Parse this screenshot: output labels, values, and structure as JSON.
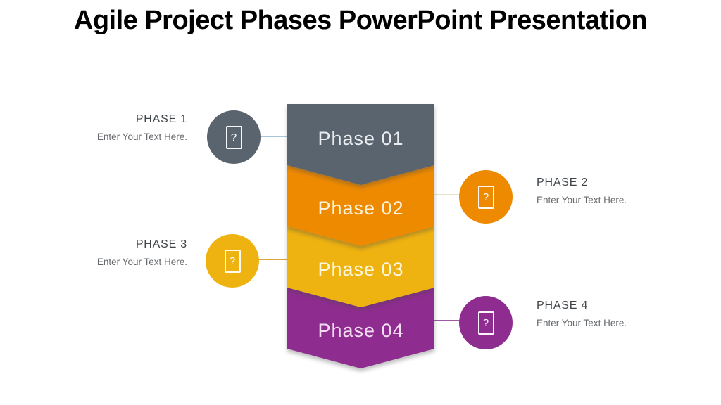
{
  "title": "Agile Project Phases PowerPoint Presentation",
  "colors": {
    "phase1": "#5a646e",
    "phase2": "#ee8a00",
    "phase3": "#eeb211",
    "phase4": "#8e2d8f",
    "connector1": "#a8c6d8",
    "connector2": "#e8e2c9",
    "connector3": "#dfa33c",
    "connector4": "#a159a5",
    "title_text": "#000000",
    "background": "#ffffff"
  },
  "chevrons": [
    {
      "label": "Phase 01",
      "color": "#5a646e"
    },
    {
      "label": "Phase 02",
      "color": "#ee8a00"
    },
    {
      "label": "Phase 03",
      "color": "#eeb211"
    },
    {
      "label": "Phase 04",
      "color": "#8e2d8f"
    }
  ],
  "callouts": [
    {
      "heading": "PHASE 1",
      "body": "Enter Your Text Here.",
      "side": "left",
      "circle_color": "#5a646e",
      "icon": "placeholder-missing-glyph-icon",
      "icon_char": "?"
    },
    {
      "heading": "PHASE 2",
      "body": "Enter Your Text Here.",
      "side": "right",
      "circle_color": "#ee8a00",
      "icon": "placeholder-missing-glyph-icon",
      "icon_char": "?"
    },
    {
      "heading": "PHASE 3",
      "body": "Enter Your Text Here.",
      "side": "left",
      "circle_color": "#eeb211",
      "icon": "placeholder-missing-glyph-icon",
      "icon_char": "?"
    },
    {
      "heading": "PHASE 4",
      "body": "Enter Your Text Here.",
      "side": "right",
      "circle_color": "#8e2d8f",
      "icon": "placeholder-missing-glyph-icon",
      "icon_char": "?"
    }
  ]
}
